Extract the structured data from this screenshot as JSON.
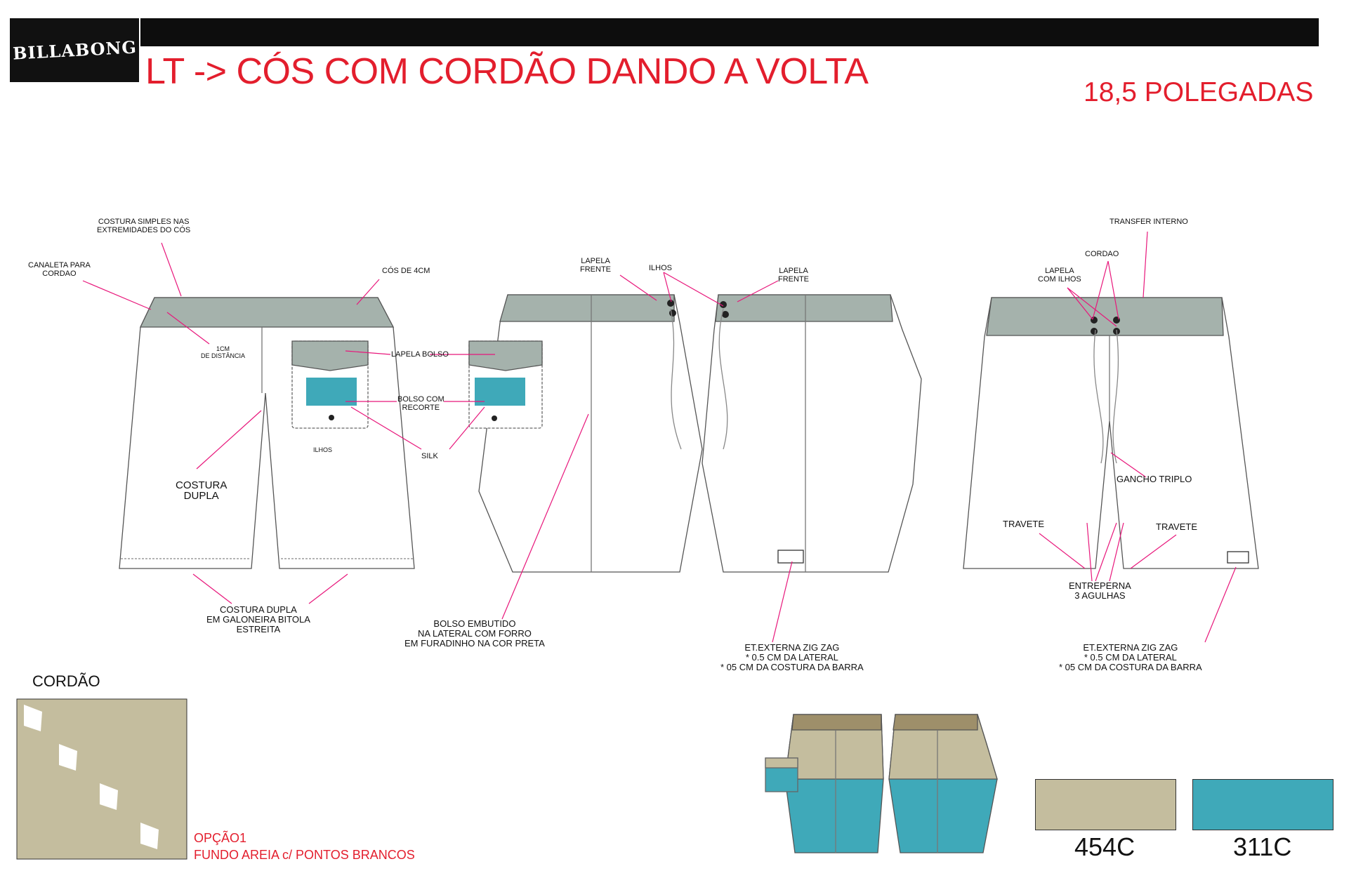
{
  "header": {
    "brand": "BILLABONG",
    "title": "LT -> CÓS COM CORDÃO DANDO A VOLTA",
    "subtitle": "18,5 POLEGADAS"
  },
  "labels": {
    "costura_simples": [
      "COSTURA SIMPLES NAS",
      "EXTREMIDADES DO CÓS"
    ],
    "canaleta": [
      "CANALETA PARA",
      "CORDAO"
    ],
    "cos_4cm": "CÓS DE 4CM",
    "distancia": [
      "1CM",
      "DE DISTÂNCIA"
    ],
    "lapela_bolso": "LAPELA BOLSO",
    "bolso_recorte": [
      "BOLSO COM",
      "RECORTE"
    ],
    "silk": "SILK",
    "ilhos_back": "ILHOS",
    "costura_dupla": [
      "COSTURA",
      "DUPLA"
    ],
    "costura_galoneira": [
      "COSTURA DUPLA",
      "EM GALONEIRA BITOLA",
      "ESTREITA"
    ],
    "lapela_frente_left": [
      "LAPELA",
      "FRENTE"
    ],
    "ilhos_side": "ILHOS",
    "lapela_frente_right": [
      "LAPELA",
      "FRENTE"
    ],
    "bolso_embutido": [
      "BOLSO EMBUTIDO",
      "NA LATERAL COM FORRO",
      "EM FURADINHO NA COR PRETA"
    ],
    "et_externa_mid": [
      "ET.EXTERNA ZIG ZAG",
      "* 0.5 CM DA LATERAL",
      "* 05 CM DA COSTURA DA BARRA"
    ],
    "transfer_interno": "TRANSFER INTERNO",
    "cordao_label": "CORDAO",
    "lapela_ilhos": [
      "LAPELA",
      "COM ILHOS"
    ],
    "gancho_triplo": "GANCHO TRIPLO",
    "travete_left": "TRAVETE",
    "travete_right": "TRAVETE",
    "entreperna": [
      "ENTREPERNA",
      "3 AGULHAS"
    ],
    "et_externa_right": [
      "ET.EXTERNA ZIG ZAG",
      "* 0.5 CM DA LATERAL",
      "* 05 CM DA COSTURA DA BARRA"
    ]
  },
  "cordao": {
    "title": "CORDÃO",
    "option": [
      "OPÇÃO1",
      "FUNDO AREIA c/ PONTOS BRANCOS"
    ]
  },
  "swatches": [
    {
      "code": "454C",
      "color": "#c4bd9e"
    },
    {
      "code": "311C",
      "color": "#3fa9b9"
    }
  ],
  "colors": {
    "accent_red": "#e31e2d",
    "callout_line": "#e8177b",
    "waistband_grey": "#a5b2ac",
    "sand": "#c4bd9e",
    "teal": "#3fa9b9"
  }
}
